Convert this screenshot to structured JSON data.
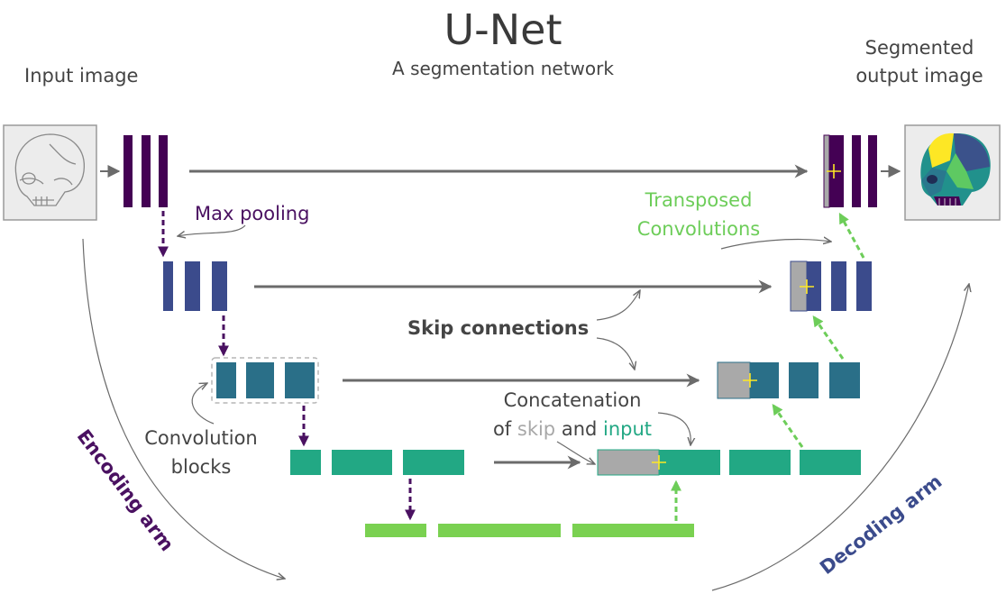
{
  "title": "U-Net",
  "subtitle": "A segmentation network",
  "labels": {
    "input_image": "Input image",
    "output_line1": "Segmented",
    "output_line2": "output image",
    "max_pooling": "Max pooling",
    "transposed_line1": "Transposed",
    "transposed_line2": "Convolutions",
    "skip_connections": "Skip connections",
    "concat_line1": "Concatenation",
    "concat_of": "of ",
    "concat_skip": "skip",
    "concat_and": " and ",
    "concat_input": "input",
    "conv_line1": "Convolution",
    "conv_line2": "blocks",
    "encoding_arm": "Encoding arm",
    "decoding_arm": "Decoding arm"
  },
  "colors": {
    "level1": "#440154",
    "level2": "#3b4b8c",
    "level3": "#2a6f88",
    "level4": "#22a884",
    "level5": "#7ad151",
    "skip_grey": "#a9a9a9",
    "arrow_grey": "#6b6b6b",
    "pool_arrow": "#4a1161",
    "upconv_arrow": "#6dcd59",
    "plus_yellow": "#fde725"
  },
  "icons": {
    "input": "skull-line-drawing-icon",
    "output": "segmented-skull-icon"
  }
}
